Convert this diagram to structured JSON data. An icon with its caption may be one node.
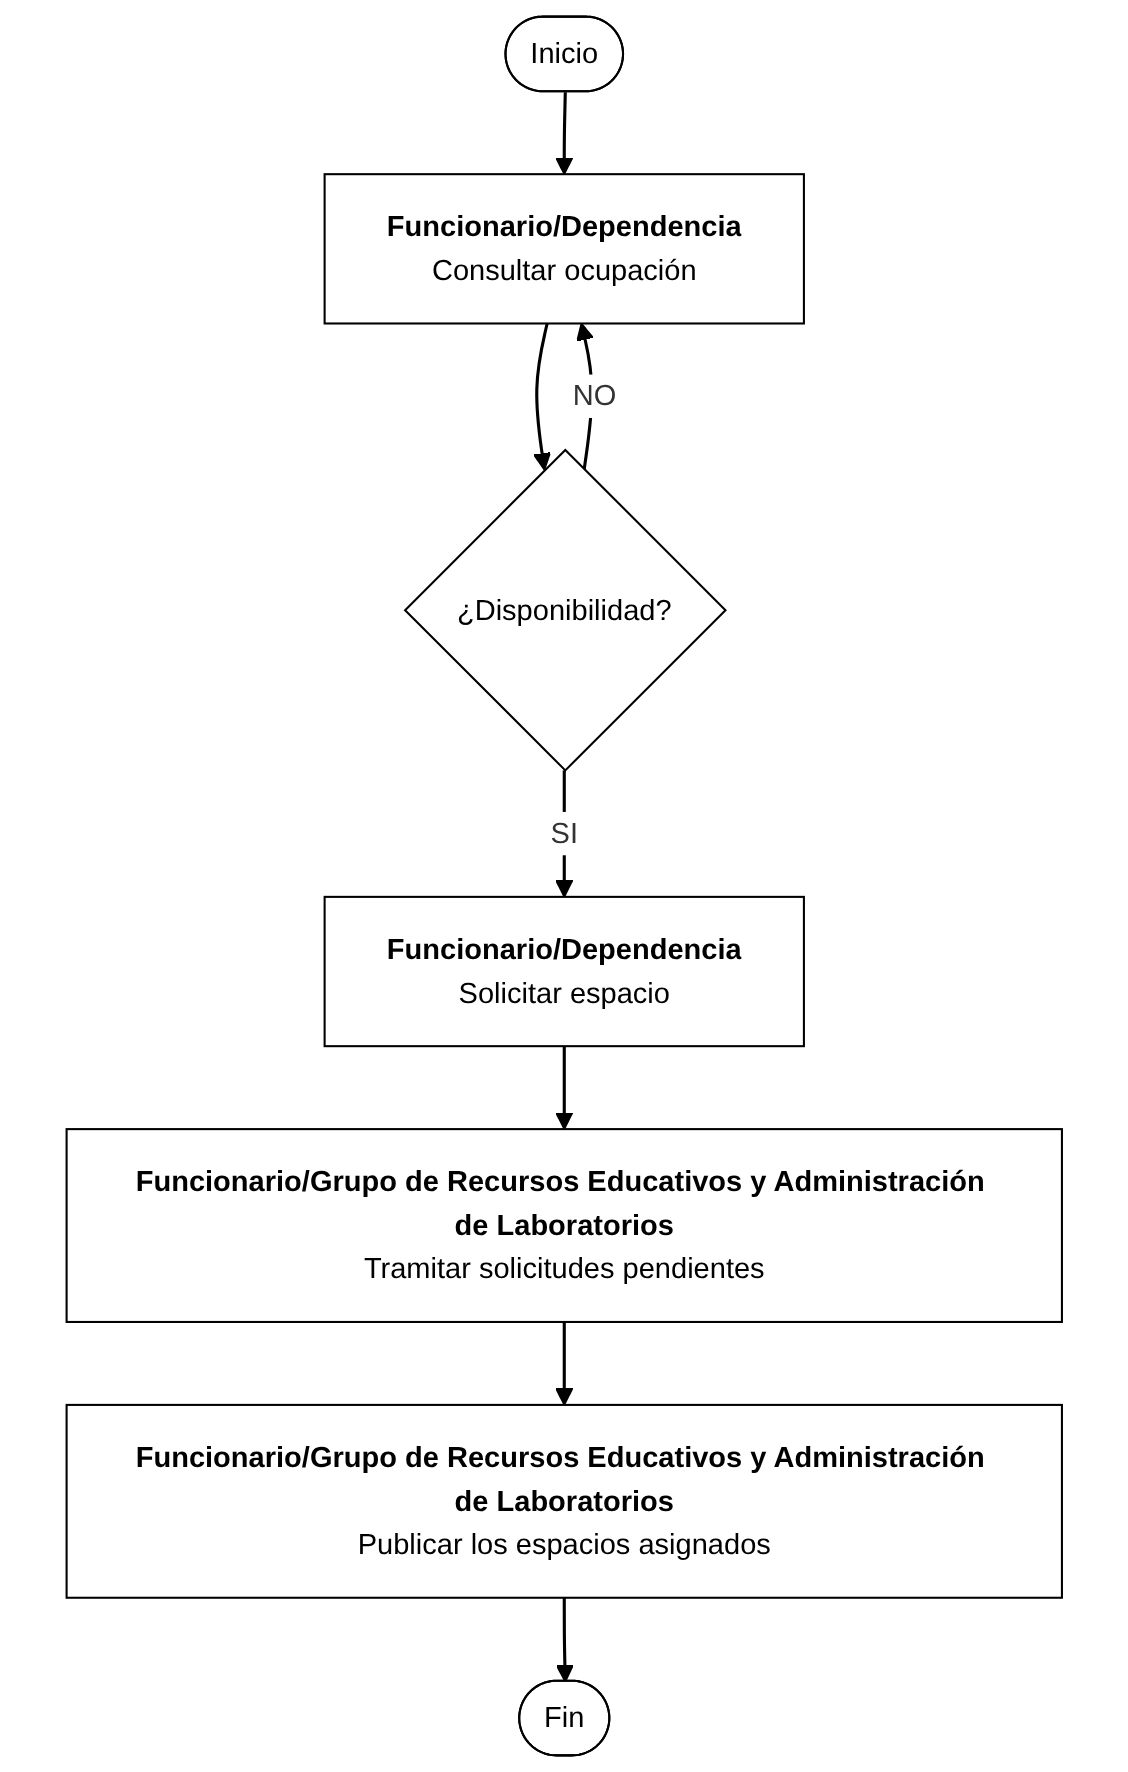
{
  "diagram": {
    "nodes": [
      {
        "text": [
          "Inicio"
        ]
      },
      {
        "text": [
          "Funcionario/Dependencia",
          "Consultar ocupación"
        ]
      },
      {
        "text": [
          "¿Disponibilidad?"
        ]
      },
      {
        "text": [
          "Funcionario/Dependencia",
          "Solicitar espacio"
        ]
      },
      {
        "text": [
          "Funcionario/Grupo de Recursos Educativos y Administración de Laboratorios",
          "Tramitar solicitudes pendientes"
        ]
      },
      {
        "text": [
          "Funcionario/Grupo de Recursos Educativos y Administración de Laboratorios",
          "Publicar los espacios asignados"
        ]
      },
      {
        "text": [
          "Fin"
        ]
      }
    ],
    "edges": [
      {
        "from": 0,
        "to": 1,
        "arrow": "to"
      },
      {
        "from": 1,
        "to": 2,
        "arrow": "to"
      },
      {
        "from": 2,
        "to": 1,
        "label": "NO",
        "arrow": "to"
      },
      {
        "from": 2,
        "to": 3,
        "label": "SI",
        "arrow": "to"
      },
      {
        "from": 3,
        "to": 4,
        "arrow": "to"
      },
      {
        "from": 4,
        "to": 5,
        "arrow": "to"
      },
      {
        "from": 5,
        "to": 6,
        "arrow": "to"
      }
    ]
  }
}
